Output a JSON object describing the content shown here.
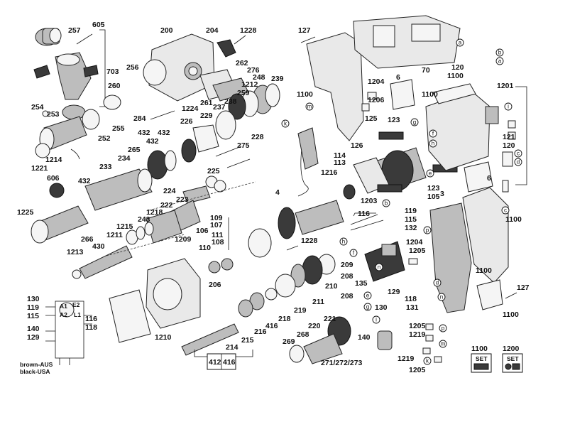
{
  "diagram": {
    "part_labels": [
      {
        "id": "p257",
        "text": "257"
      },
      {
        "id": "p605",
        "text": "605"
      },
      {
        "id": "p703",
        "text": "703"
      },
      {
        "id": "p200",
        "text": "200"
      },
      {
        "id": "p204",
        "text": "204"
      },
      {
        "id": "p1228a",
        "text": "1228"
      },
      {
        "id": "p127a",
        "text": "127"
      },
      {
        "id": "p70",
        "text": "70"
      },
      {
        "id": "p256",
        "text": "256"
      },
      {
        "id": "p262",
        "text": "262"
      },
      {
        "id": "p276",
        "text": "276"
      },
      {
        "id": "p248",
        "text": "248"
      },
      {
        "id": "p239",
        "text": "239"
      },
      {
        "id": "p260",
        "text": "260"
      },
      {
        "id": "p261",
        "text": "261"
      },
      {
        "id": "p1212",
        "text": "1212"
      },
      {
        "id": "p259",
        "text": "259"
      },
      {
        "id": "p237",
        "text": "237"
      },
      {
        "id": "p238",
        "text": "238"
      },
      {
        "id": "p1224",
        "text": "1224"
      },
      {
        "id": "p229",
        "text": "229"
      },
      {
        "id": "p284",
        "text": "284"
      },
      {
        "id": "p254",
        "text": "254"
      },
      {
        "id": "p253",
        "text": "253"
      },
      {
        "id": "p255",
        "text": "255"
      },
      {
        "id": "p252",
        "text": "252"
      },
      {
        "id": "p226",
        "text": "226"
      },
      {
        "id": "p228",
        "text": "228"
      },
      {
        "id": "p275",
        "text": "275"
      },
      {
        "id": "p432a",
        "text": "432"
      },
      {
        "id": "p432b",
        "text": "432"
      },
      {
        "id": "p432c",
        "text": "432"
      },
      {
        "id": "p265",
        "text": "265"
      },
      {
        "id": "p234",
        "text": "234"
      },
      {
        "id": "p233",
        "text": "233"
      },
      {
        "id": "p1214",
        "text": "1214"
      },
      {
        "id": "p1221",
        "text": "1221"
      },
      {
        "id": "p432d",
        "text": "432"
      },
      {
        "id": "p225",
        "text": "225"
      },
      {
        "id": "p606",
        "text": "606"
      },
      {
        "id": "p224",
        "text": "224"
      },
      {
        "id": "p223",
        "text": "223"
      },
      {
        "id": "p222",
        "text": "222"
      },
      {
        "id": "p1218",
        "text": "1218"
      },
      {
        "id": "p243",
        "text": "243"
      },
      {
        "id": "p1215",
        "text": "1215"
      },
      {
        "id": "p1211",
        "text": "1211"
      },
      {
        "id": "p1225",
        "text": "1225"
      },
      {
        "id": "p266",
        "text": "266"
      },
      {
        "id": "p430",
        "text": "430"
      },
      {
        "id": "p1213",
        "text": "1213"
      },
      {
        "id": "p106",
        "text": "106"
      },
      {
        "id": "p1209",
        "text": "1209"
      },
      {
        "id": "p109",
        "text": "109"
      },
      {
        "id": "p107",
        "text": "107"
      },
      {
        "id": "p111",
        "text": "111"
      },
      {
        "id": "p108",
        "text": "108"
      },
      {
        "id": "p110",
        "text": "110"
      },
      {
        "id": "p206",
        "text": "206"
      },
      {
        "id": "p1228b",
        "text": "1228"
      },
      {
        "id": "p1210",
        "text": "1210"
      },
      {
        "id": "p1100a",
        "text": "1100"
      },
      {
        "id": "p1204a",
        "text": "1204"
      },
      {
        "id": "p1206",
        "text": "1206"
      },
      {
        "id": "p6a",
        "text": "6"
      },
      {
        "id": "p1100b",
        "text": "1100"
      },
      {
        "id": "p120a",
        "text": "120"
      },
      {
        "id": "p1100c",
        "text": "1100"
      },
      {
        "id": "p1201",
        "text": "1201"
      },
      {
        "id": "p125",
        "text": "125"
      },
      {
        "id": "p123a",
        "text": "123"
      },
      {
        "id": "p121",
        "text": "121"
      },
      {
        "id": "p120b",
        "text": "120"
      },
      {
        "id": "p126",
        "text": "126"
      },
      {
        "id": "p114",
        "text": "114"
      },
      {
        "id": "p113",
        "text": "113"
      },
      {
        "id": "p1216",
        "text": "1216"
      },
      {
        "id": "p4",
        "text": "4"
      },
      {
        "id": "p123b",
        "text": "123"
      },
      {
        "id": "p105",
        "text": "105"
      },
      {
        "id": "p3",
        "text": "3"
      },
      {
        "id": "p6b",
        "text": "6"
      },
      {
        "id": "p1203",
        "text": "1203"
      },
      {
        "id": "p119a",
        "text": "119"
      },
      {
        "id": "p116a",
        "text": "116"
      },
      {
        "id": "p115a",
        "text": "115"
      },
      {
        "id": "p132",
        "text": "132"
      },
      {
        "id": "p1100d",
        "text": "1100"
      },
      {
        "id": "p1204b",
        "text": "1204"
      },
      {
        "id": "p1205a",
        "text": "1205"
      },
      {
        "id": "p135",
        "text": "135"
      },
      {
        "id": "p1100e",
        "text": "1100"
      },
      {
        "id": "p209",
        "text": "209"
      },
      {
        "id": "p208a",
        "text": "208"
      },
      {
        "id": "p210",
        "text": "210"
      },
      {
        "id": "p208b",
        "text": "208"
      },
      {
        "id": "p129a",
        "text": "129"
      },
      {
        "id": "p118a",
        "text": "118"
      },
      {
        "id": "p131",
        "text": "131"
      },
      {
        "id": "p130a",
        "text": "130"
      },
      {
        "id": "p127b",
        "text": "127"
      },
      {
        "id": "p1100f",
        "text": "1100"
      },
      {
        "id": "p211",
        "text": "211"
      },
      {
        "id": "p219",
        "text": "219"
      },
      {
        "id": "p218",
        "text": "218"
      },
      {
        "id": "p416a",
        "text": "416"
      },
      {
        "id": "p216",
        "text": "216"
      },
      {
        "id": "p215",
        "text": "215"
      },
      {
        "id": "p214",
        "text": "214"
      },
      {
        "id": "p221",
        "text": "221"
      },
      {
        "id": "p220",
        "text": "220"
      },
      {
        "id": "p268",
        "text": "268"
      },
      {
        "id": "p269",
        "text": "269"
      },
      {
        "id": "p271",
        "text": "271/272/273"
      },
      {
        "id": "p140a",
        "text": "140"
      },
      {
        "id": "p1205b",
        "text": "1205"
      },
      {
        "id": "p1219a",
        "text": "1219"
      },
      {
        "id": "p1219b",
        "text": "1219"
      },
      {
        "id": "p1205c",
        "text": "1205"
      },
      {
        "id": "p130b",
        "text": "130"
      },
      {
        "id": "p119b",
        "text": "119"
      },
      {
        "id": "p115b",
        "text": "115"
      },
      {
        "id": "p116b",
        "text": "116"
      },
      {
        "id": "p118b",
        "text": "118"
      },
      {
        "id": "p140b",
        "text": "140"
      },
      {
        "id": "p129b",
        "text": "129"
      }
    ],
    "callouts": [
      {
        "id": "ca1",
        "text": "a"
      },
      {
        "id": "cb1",
        "text": "b"
      },
      {
        "id": "ca2",
        "text": "a"
      },
      {
        "id": "cm1",
        "text": "m"
      },
      {
        "id": "ck1",
        "text": "k"
      },
      {
        "id": "cg1",
        "text": "g"
      },
      {
        "id": "cf1",
        "text": "f"
      },
      {
        "id": "ch1",
        "text": "h"
      },
      {
        "id": "ce1",
        "text": "e"
      },
      {
        "id": "ci1",
        "text": "i"
      },
      {
        "id": "cc1",
        "text": "c"
      },
      {
        "id": "cd1",
        "text": "d"
      },
      {
        "id": "cb2",
        "text": "b"
      },
      {
        "id": "cc2",
        "text": "c"
      },
      {
        "id": "cp1",
        "text": "p"
      },
      {
        "id": "ch2",
        "text": "h"
      },
      {
        "id": "cf2",
        "text": "f"
      },
      {
        "id": "cn1",
        "text": "n"
      },
      {
        "id": "cd2",
        "text": "d"
      },
      {
        "id": "ce2",
        "text": "e"
      },
      {
        "id": "cn2",
        "text": "n"
      },
      {
        "id": "cg2",
        "text": "g"
      },
      {
        "id": "ci2",
        "text": "i"
      },
      {
        "id": "cp2",
        "text": "p"
      },
      {
        "id": "cm2",
        "text": "m"
      },
      {
        "id": "ck2",
        "text": "k"
      }
    ],
    "legend": {
      "brown": "brown-AUS",
      "black": "black-USA"
    },
    "box_labels": {
      "b412": "412",
      "b416": "416"
    },
    "sets": [
      {
        "id": "set1100",
        "number": "1100",
        "tag": "SET"
      },
      {
        "id": "set1200",
        "number": "1200",
        "tag": "SET"
      }
    ],
    "wiring_letters": {
      "a1": "A1",
      "a2": "A2",
      "e2": "E2",
      "l1": "L1"
    }
  }
}
